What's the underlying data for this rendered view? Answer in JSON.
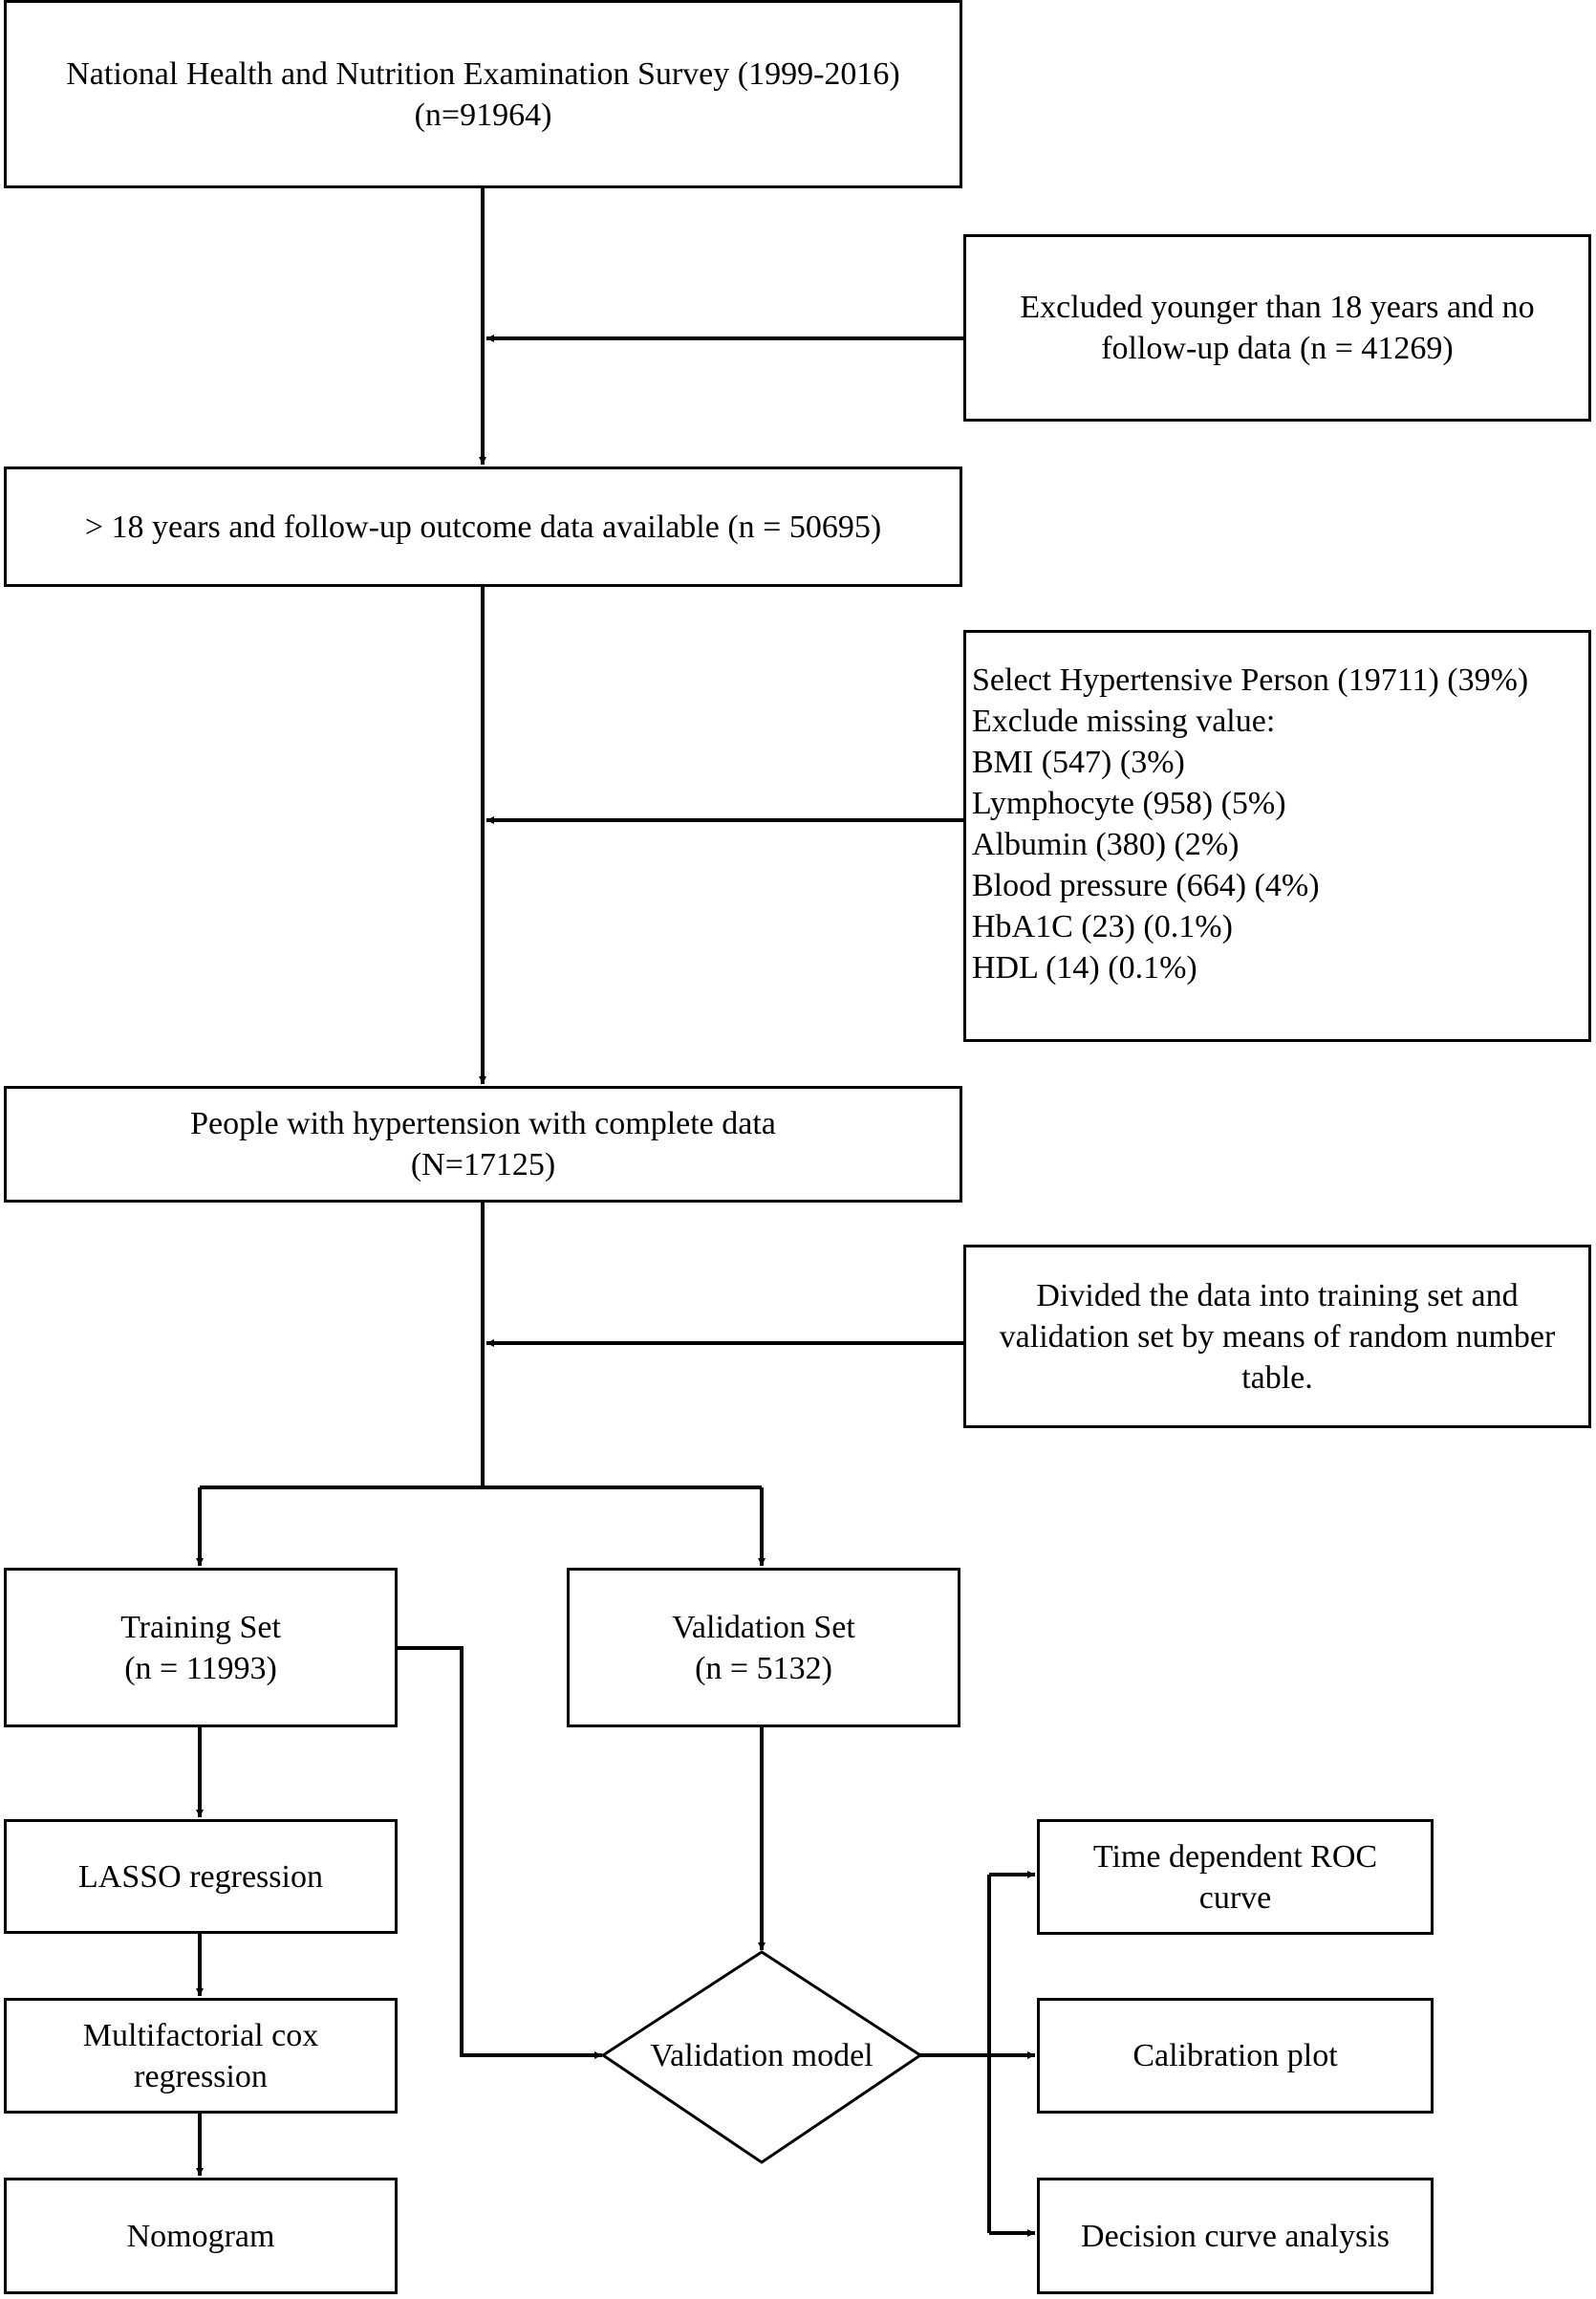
{
  "boxes": {
    "nhanes": {
      "line1": "National Health and Nutrition Examination Survey (1999-2016)",
      "line2": "(n=91964)"
    },
    "excluded_age": {
      "line1": "Excluded younger than 18 years and no",
      "line2": "follow-up data (n = 41269)"
    },
    "adults": {
      "line1": "> 18 years and follow-up outcome data available (n = 50695)"
    },
    "exclusions": {
      "lines": [
        "Select Hypertensive Person (19711) (39%)",
        "Exclude missing value:",
        "BMI (547) (3%)",
        "Lymphocyte (958) (5%)",
        "Albumin (380) (2%)",
        "Blood pressure (664) (4%)",
        "HbA1C (23) (0.1%)",
        "HDL (14) (0.1%)"
      ]
    },
    "complete": {
      "line1": "People with hypertension with complete data",
      "line2": "(N=17125)"
    },
    "divided": {
      "line1": "Divided the data into training set and",
      "line2": "validation set by means of random number",
      "line3": "table."
    },
    "training": {
      "line1": "Training Set",
      "line2": "(n = 11993)"
    },
    "validation_set": {
      "line1": "Validation Set",
      "line2": "(n = 5132)"
    },
    "lasso": {
      "line1": "LASSO regression"
    },
    "cox": {
      "line1": "Multifactorial cox",
      "line2": "regression"
    },
    "nomogram": {
      "line1": "Nomogram"
    },
    "validation_model": {
      "label": "Validation model"
    },
    "roc": {
      "line1": "Time dependent ROC",
      "line2": "curve"
    },
    "calibration": {
      "line1": "Calibration plot"
    },
    "decision": {
      "line1": "Decision curve analysis"
    }
  }
}
